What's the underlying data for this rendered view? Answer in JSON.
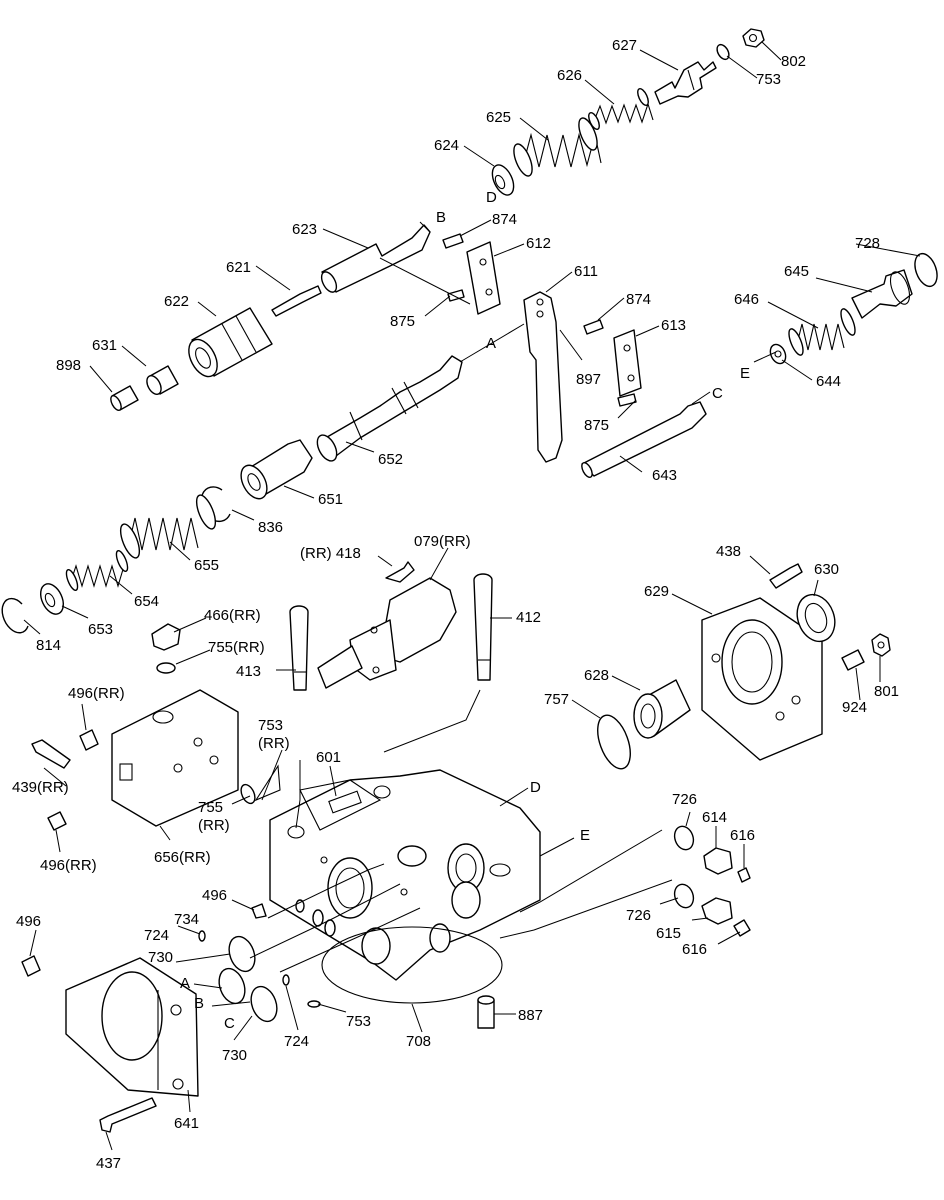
{
  "labels": {
    "l802": "802",
    "l627": "627",
    "l753a": "753",
    "l626": "626",
    "l625": "625",
    "l624": "624",
    "lD1": "D",
    "l623": "623",
    "lB1": "B",
    "l874a": "874",
    "l612": "612",
    "l621": "621",
    "l622": "622",
    "l611": "611",
    "l875a": "875",
    "l874b": "874",
    "l613": "613",
    "l631": "631",
    "l898": "898",
    "lA1": "A",
    "l897": "897",
    "l875b": "875",
    "lC1": "C",
    "l643": "643",
    "l652": "652",
    "l651": "651",
    "l728": "728",
    "l645": "645",
    "l646": "646",
    "lE1": "E",
    "l644": "644",
    "l836": "836",
    "l655": "655",
    "l654": "654",
    "l653": "653",
    "l814": "814",
    "l418": "(RR) 418",
    "l079": "079(RR)",
    "l412": "412",
    "l413": "413",
    "l466": "466(RR)",
    "l755a": "755(RR)",
    "l438": "438",
    "l630": "630",
    "l629": "629",
    "l628": "628",
    "l757": "757",
    "l924": "924",
    "l801": "801",
    "l496a": "496(RR)",
    "l753b1": "753",
    "l753b2": "(RR)",
    "l601": "601",
    "lD2": "D",
    "l439": "439(RR)",
    "l755b1": "755",
    "l755b2": "(RR)",
    "l656": "656(RR)",
    "l496b": "496(RR)",
    "lE2": "E",
    "l726a": "726",
    "l614": "614",
    "l616a": "616",
    "l496c": "496",
    "l496d": "496",
    "l734": "734",
    "l724a": "724",
    "l730a": "730",
    "lA2": "A",
    "lB2": "B",
    "lC2": "C",
    "l730b": "730",
    "l724b": "724",
    "l753c": "753",
    "l708": "708",
    "l887": "887",
    "l726b": "726",
    "l615": "615",
    "l616b": "616",
    "l641": "641",
    "l437": "437"
  }
}
